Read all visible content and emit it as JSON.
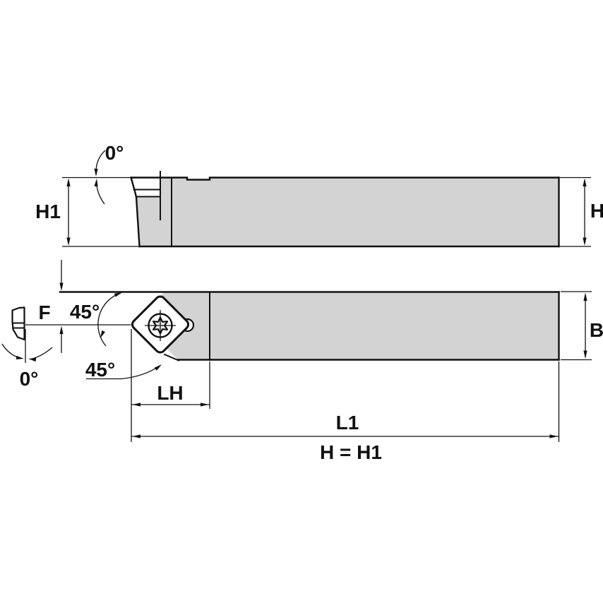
{
  "drawing": {
    "title": "turning-tool-holder-technical-drawing",
    "colors": {
      "background": "#ffffff",
      "body_fill": "#d3d3d3",
      "line": "#111111"
    },
    "side_view": {
      "labels": {
        "back_rake_angle": "0°",
        "head_height": "H1",
        "shank_height": "H"
      }
    },
    "plan_view": {
      "labels": {
        "tip_offset": "F",
        "lead_angle": "45°",
        "end_cutting_angle": "45°",
        "inclination_angle": "0°",
        "shank_width": "B",
        "head_length": "LH",
        "overall_length": "L1",
        "equality_note": "H = H1"
      }
    }
  }
}
